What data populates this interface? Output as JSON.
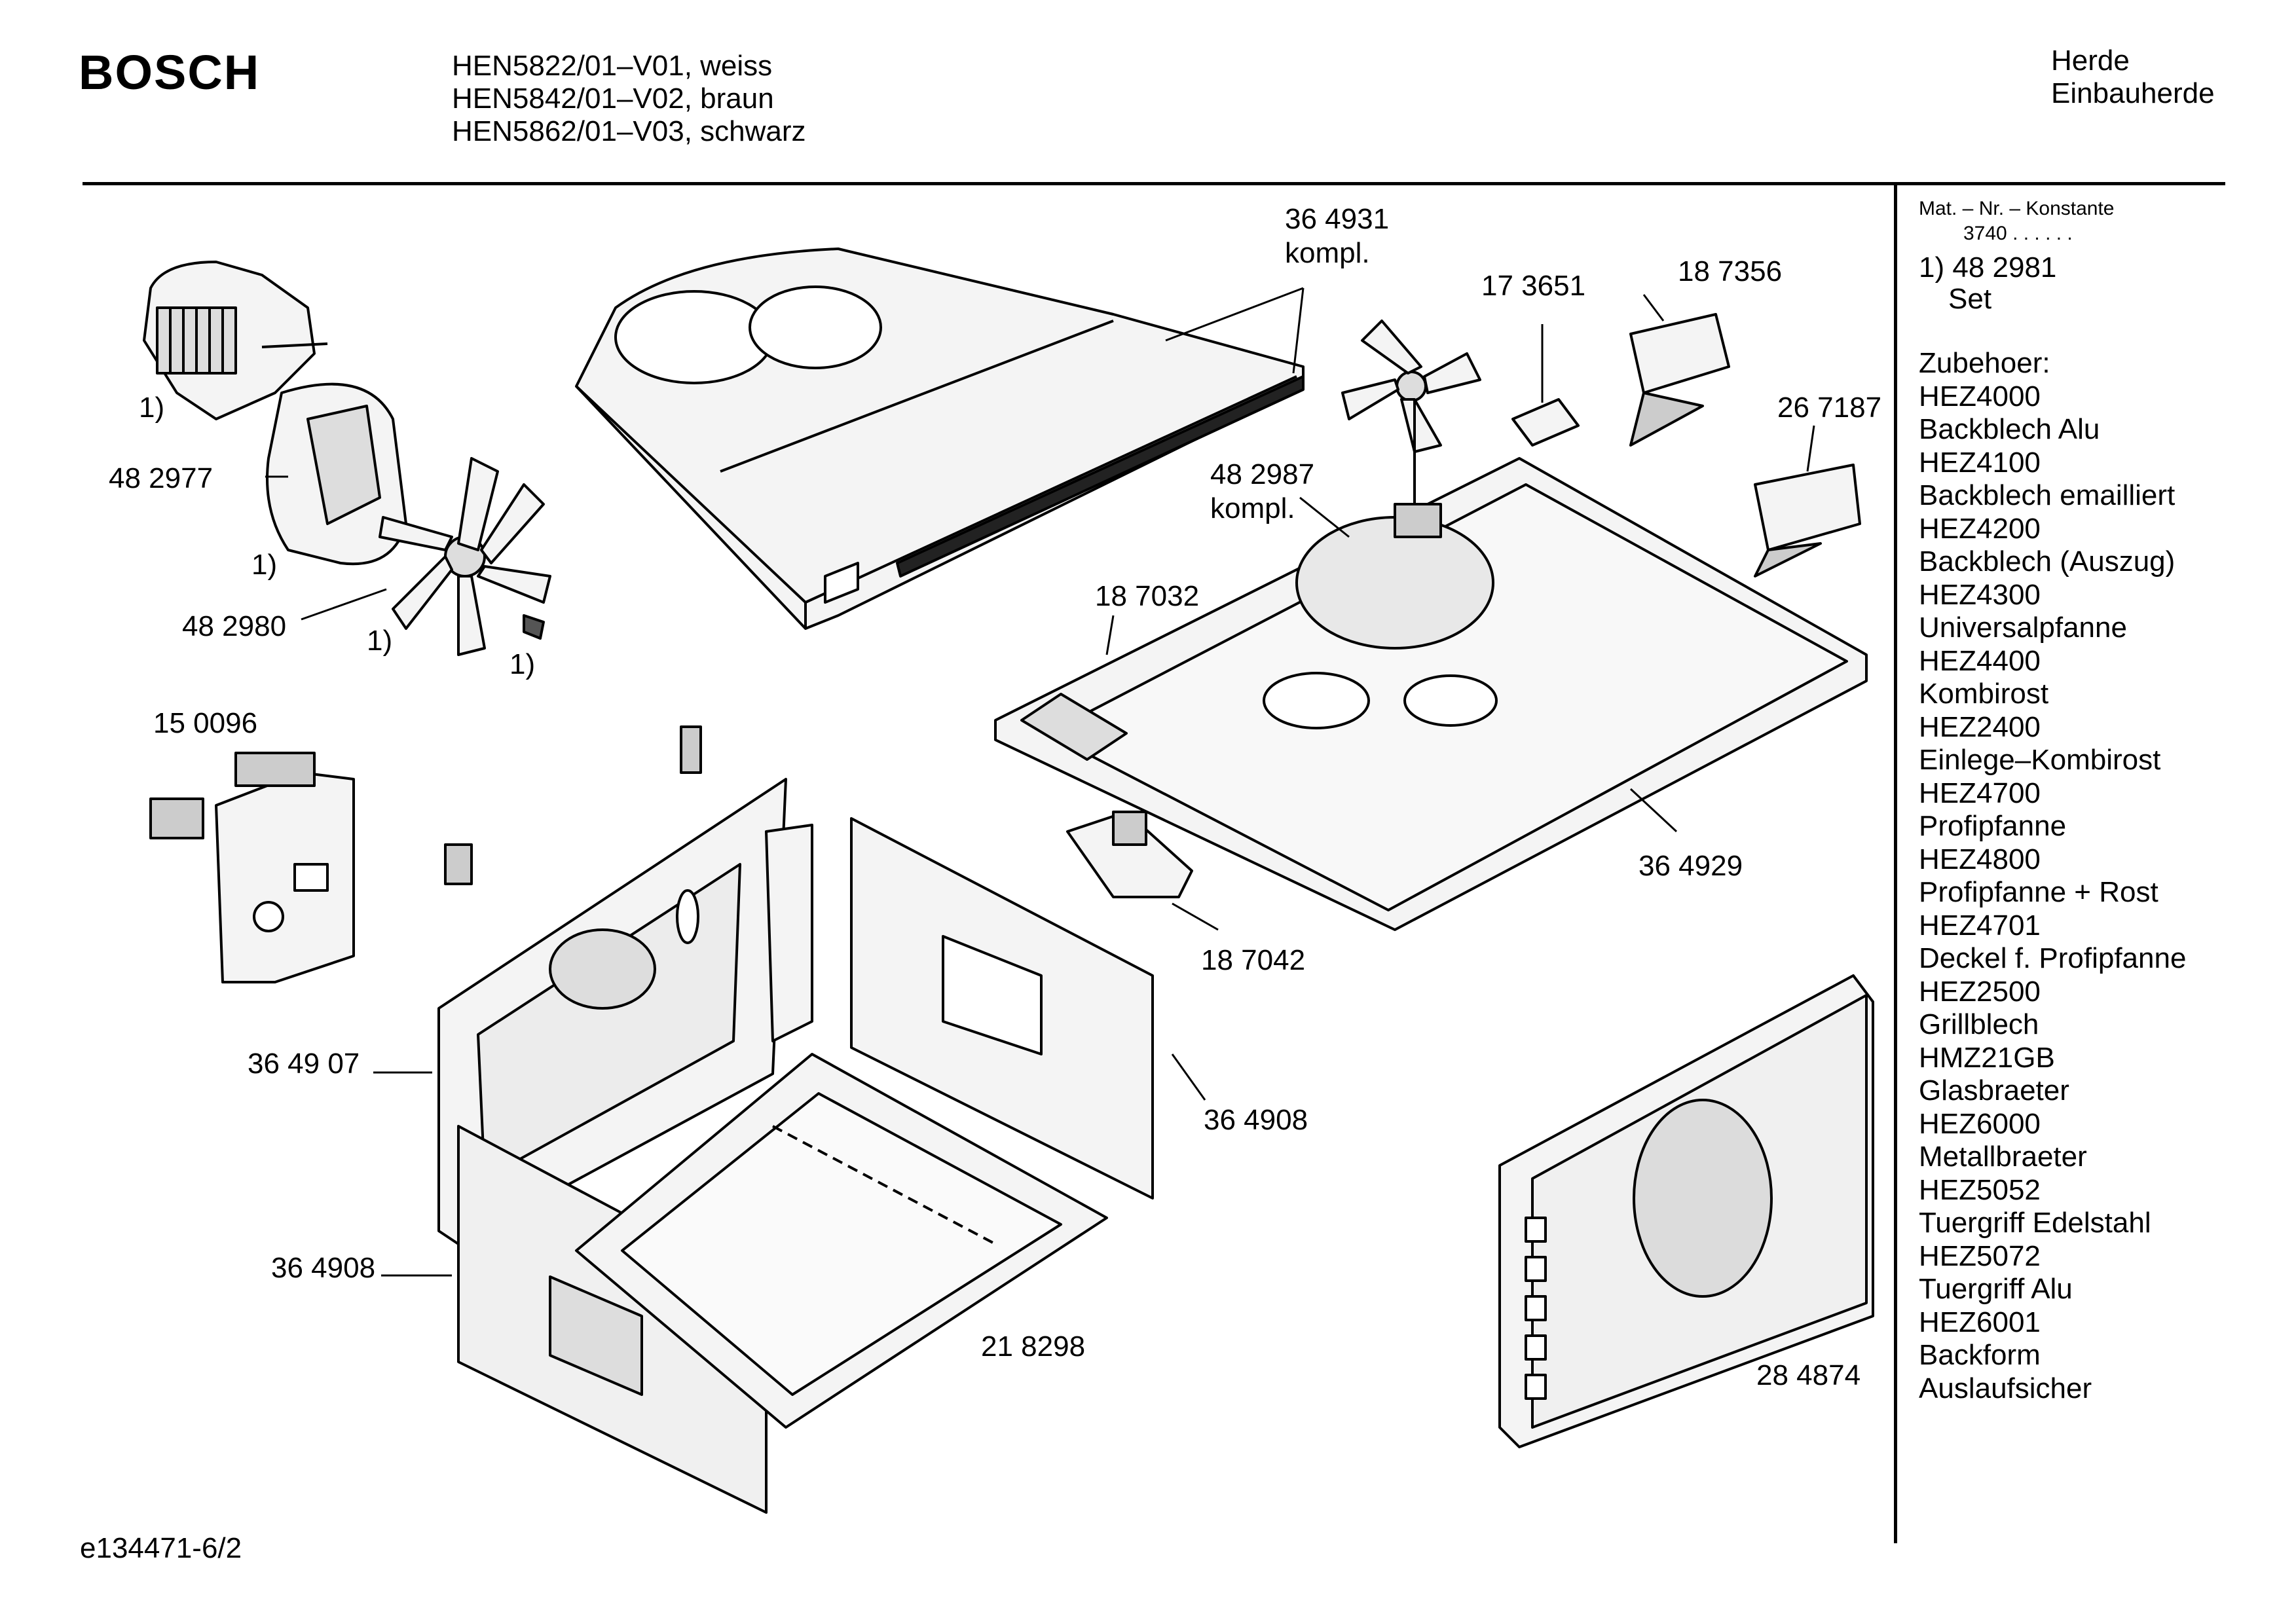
{
  "header": {
    "brand": "BOSCH",
    "models": [
      "HEN5822/01–V01, weiss",
      "HEN5842/01–V02, braun",
      "HEN5862/01–V03, schwarz"
    ],
    "category": "Herde",
    "subcategory": "Einbauherde"
  },
  "sidebar": {
    "mat_label": "Mat. – Nr. – Konstante",
    "mat_value": "3740  .  .     .  .  .  .",
    "set_number": "1)  48 2981",
    "set_label": "Set",
    "accessories_title": "Zubehoer:",
    "accessories": [
      "HEZ4000",
      "Backblech Alu",
      "HEZ4100",
      "Backblech emailliert",
      "HEZ4200",
      "Backblech (Auszug)",
      "HEZ4300",
      "Universalpfanne",
      "HEZ4400",
      "Kombirost",
      "HEZ2400",
      "Einlege–Kombirost",
      "HEZ4700",
      "Profipfanne",
      "HEZ4800",
      "Profipfanne + Rost",
      "HEZ4701",
      "Deckel f. Profipfanne",
      "HEZ2500",
      "Grillblech",
      "HMZ21GB",
      "Glasbraeter",
      "HEZ6000",
      "Metallbraeter",
      "HEZ5052",
      "Tuergriff Edelstahl",
      "HEZ5072",
      "Tuergriff Alu",
      "HEZ6001",
      "Backform",
      "Auslaufsicher"
    ]
  },
  "parts": {
    "p364931": "36 4931",
    "kompl1": "kompl.",
    "p173651": "17 3651",
    "p187356": "18 7356",
    "p267187": "26 7187",
    "p482987": "48 2987",
    "kompl2": "kompl.",
    "p482977": "48 2977",
    "p482980": "48 2980",
    "p187032": "18 7032",
    "p150096": "15 0096",
    "p364929": "36 4929",
    "p187042": "18 7042",
    "p364907": "36 49 07",
    "p364908a": "36 4908",
    "p364908b": "36 4908",
    "p218298": "21 8298",
    "p284874": "28 4874",
    "note1a": "1)",
    "note1b": "1)",
    "note1c": "1)",
    "note1d": "1)"
  },
  "footer": {
    "drawing_id": "e134471-6/2"
  }
}
